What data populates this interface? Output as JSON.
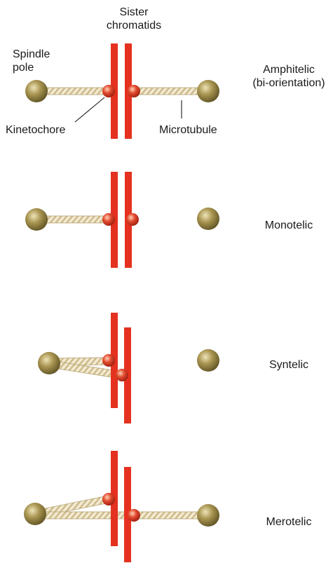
{
  "labels": {
    "sister_chromatids": [
      "Sister",
      "chromatids"
    ],
    "spindle_pole": [
      "Spindle",
      "pole"
    ],
    "kinetochore": "Kinetochore",
    "microtubule": "Microtubule"
  },
  "rows": [
    {
      "id": "amphitelic",
      "label_lines": [
        "Amphitelic",
        "(bi-orientation)"
      ]
    },
    {
      "id": "monotelic",
      "label_lines": [
        "Monotelic"
      ]
    },
    {
      "id": "syntelic",
      "label_lines": [
        "Syntelic"
      ]
    },
    {
      "id": "merotelic",
      "label_lines": [
        "Merotelic"
      ]
    }
  ],
  "colors": {
    "chromatid": "#e5311f",
    "kinetochore": "#d9402a",
    "pole": "#8a7d3d",
    "microtubule": "#e8dcc0",
    "text": "#1a1a1a"
  }
}
